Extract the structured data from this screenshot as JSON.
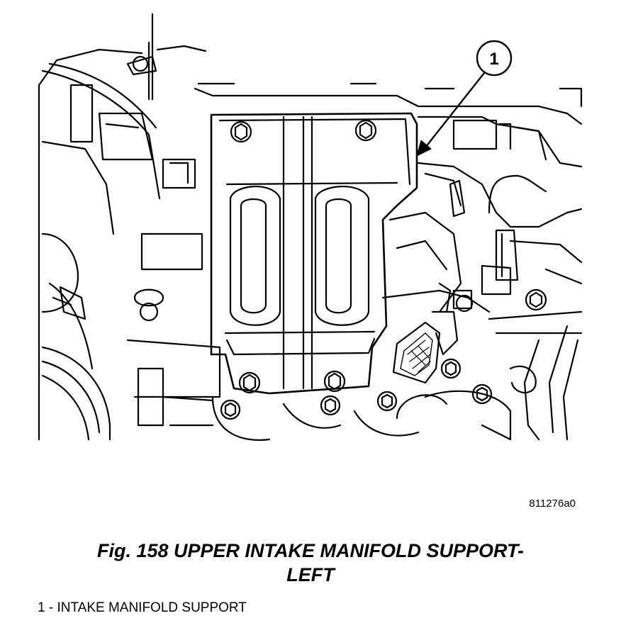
{
  "figure": {
    "callout_number": "1",
    "figure_code": "811276a0",
    "caption_line1": "Fig. 158 UPPER INTAKE MANIFOLD SUPPORT-",
    "caption_line2": "LEFT",
    "legend_item": "1 - INTAKE MANIFOLD SUPPORT"
  }
}
